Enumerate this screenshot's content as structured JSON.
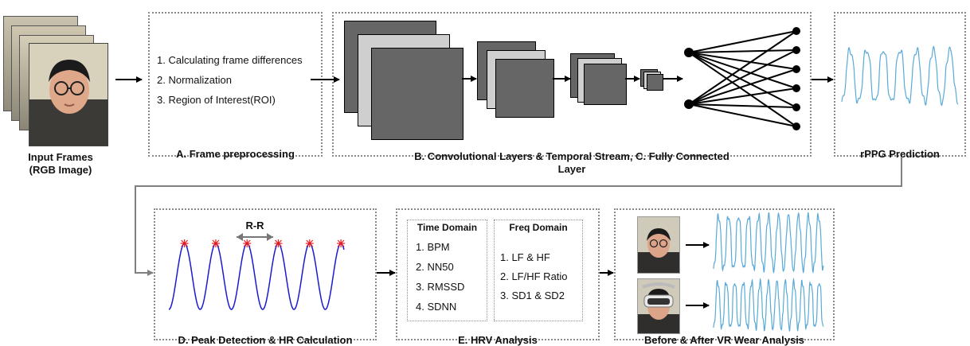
{
  "input": {
    "caption_line1": "Input Frames",
    "caption_line2": "(RGB Image)"
  },
  "preprocess": {
    "steps": [
      "1. Calculating frame differences",
      "2. Normalization",
      "3. Region of Interest(ROI)"
    ],
    "title": "A. Frame preprocessing"
  },
  "network": {
    "title_line1": "B. Convolutional Layers & Temporal Stream, C. Fully Connected",
    "title_line2": "Layer"
  },
  "rppg": {
    "title": "rPPG Prediction"
  },
  "peak": {
    "rr_label": "R-R",
    "title": "D. Peak Detection & HR Calculation"
  },
  "hrv": {
    "time_domain": {
      "header": "Time Domain",
      "items": [
        "1. BPM",
        "2. NN50",
        "3. RMSSD",
        "4. SDNN"
      ]
    },
    "freq_domain": {
      "header": "Freq Domain",
      "items": [
        "1. LF & HF",
        "2. LF/HF Ratio",
        "3. SD1 & SD2"
      ]
    },
    "title": "E. HRV Analysis"
  },
  "vr": {
    "title": "Before & After VR Wear Analysis"
  },
  "colors": {
    "signal_light": "#5aaad8",
    "signal_dark": "#1a1ad0",
    "peak_marker": "#e8191b",
    "layer_dark": "#666666",
    "layer_light": "#cfcfcf"
  }
}
